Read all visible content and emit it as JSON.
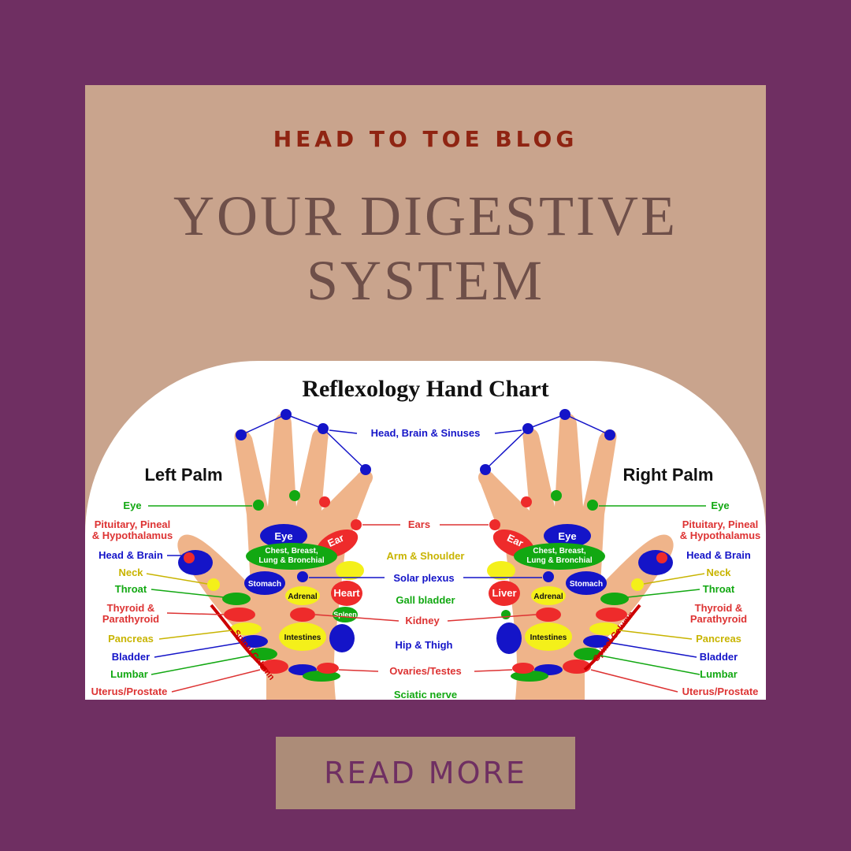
{
  "header": {
    "eyebrow": "HEAD TO TOE BLOG",
    "title_line1": "YOUR DIGESTIVE",
    "title_line2": "SYSTEM"
  },
  "chart": {
    "title": "Reflexology Hand Chart",
    "left_palm": "Left Palm",
    "right_palm": "Right Palm",
    "center_labels": {
      "head_brain_sinuses": "Head, Brain & Sinuses",
      "ears": "Ears",
      "arm_shoulder": "Arm & Shoulder",
      "solar_plexus": "Solar plexus",
      "gall_bladder": "Gall bladder",
      "kidney": "Kidney",
      "hip_thigh": "Hip & Thigh",
      "ovaries_testes": "Ovaries/Testes",
      "sciatic_nerve": "Sciatic nerve"
    },
    "side_labels": {
      "eye": "Eye",
      "pituitary_1": "Pituitary, Pineal",
      "pituitary_2": "& Hypothalamus",
      "head_brain": "Head & Brain",
      "neck": "Neck",
      "throat": "Throat",
      "thyroid_1": "Thyroid &",
      "thyroid_2": "Parathyroid",
      "pancreas": "Pancreas",
      "bladder": "Bladder",
      "lumbar": "Lumbar",
      "uterus_prostate": "Uterus/Prostate"
    },
    "hand_labels": {
      "eye": "Eye",
      "ear": "Ear",
      "chest_1": "Chest, Breast,",
      "chest_2": "Lung & Bronchial",
      "stomach": "Stomach",
      "adrenal": "Adrenal",
      "heart": "Heart",
      "spleen": "Spleen",
      "liver": "Liver",
      "intestines": "Intestines",
      "spinal_column": "Spinal Column"
    },
    "colors": {
      "blue": "#1414c8",
      "green": "#12a812",
      "red": "#ee2b2b",
      "yellow": "#f4f01a",
      "skin": "#efb48a"
    }
  },
  "button": {
    "label": "READ MORE"
  }
}
